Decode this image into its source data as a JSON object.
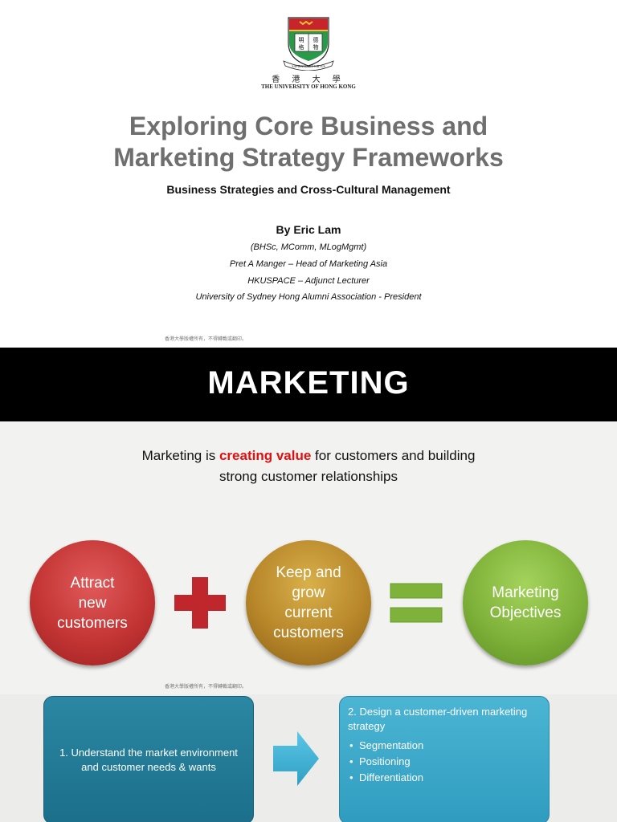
{
  "slide1": {
    "university_cn": "香 港 大 學",
    "university_en": "THE UNIVERSITY OF HONG KONG",
    "crest_motto": "SAPIENTIA ET VIRTUS",
    "title_line1": "Exploring Core Business and",
    "title_line2": "Marketing Strategy Frameworks",
    "subtitle": "Business Strategies and Cross-Cultural Management",
    "author": "By Eric Lam",
    "credentials": [
      "(BHSc, MComm, MLogMgmt)",
      "Pret A Manger – Head of Marketing Asia",
      "HKUSPACE – Adjunct Lecturer",
      "University of Sydney Hong Alumni Association - President"
    ],
    "copyright": "香港大學版權所有，不得轉載或翻印。"
  },
  "slide2": {
    "banner": "MARKETING",
    "definition_part1": "Marketing is ",
    "definition_highlight": "creating value",
    "definition_part2": " for customers and building",
    "definition_line2": "strong customer relationships",
    "circle_attract": [
      "Attract",
      "new",
      "customers"
    ],
    "circle_keep": [
      "Keep and",
      "grow",
      "current",
      "customers"
    ],
    "circle_objectives": [
      "Marketing",
      "Objectives"
    ],
    "copyright": "香港大學版權所有，不得轉載或翻印。",
    "colors": {
      "highlight": "#e01010",
      "plus": "#c0272d",
      "equals": "#7fb23a"
    }
  },
  "slide3": {
    "step1": "1. Understand the market environment and customer needs & wants",
    "step2_title": "2. Design a customer-driven marketing strategy",
    "step2_items": [
      "Segmentation",
      "Positioning",
      "Differentiation"
    ]
  }
}
